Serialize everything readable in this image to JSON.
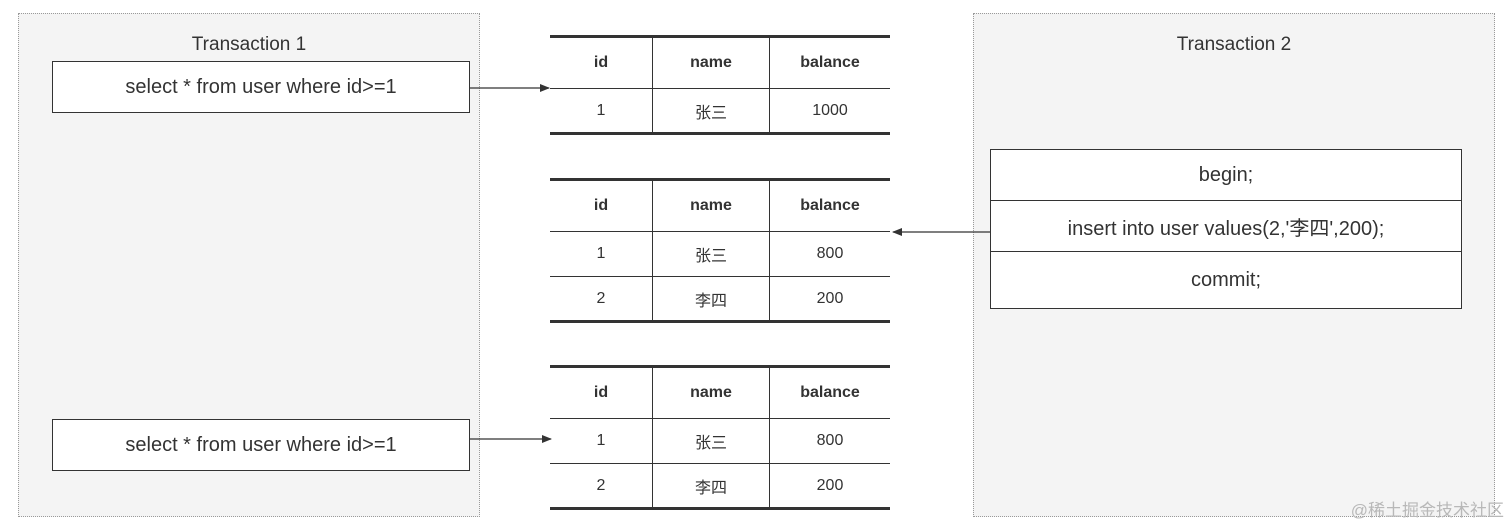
{
  "transaction1": {
    "title": "Transaction  1",
    "query_first": "select * from user where id>=1",
    "query_second": "select * from user where id>=1"
  },
  "transaction2": {
    "title": "Transaction  2",
    "steps": [
      "begin;",
      "insert into user values(2,'李四',200);",
      "commit;"
    ]
  },
  "tables": [
    {
      "headers": [
        "id",
        "name",
        "balance"
      ],
      "rows": [
        [
          "1",
          "张三",
          "1000"
        ]
      ]
    },
    {
      "headers": [
        "id",
        "name",
        "balance"
      ],
      "rows": [
        [
          "1",
          "张三",
          "800"
        ],
        [
          "2",
          "李四",
          "200"
        ]
      ]
    },
    {
      "headers": [
        "id",
        "name",
        "balance"
      ],
      "rows": [
        [
          "1",
          "张三",
          "800"
        ],
        [
          "2",
          "李四",
          "200"
        ]
      ]
    }
  ],
  "watermark": "@稀土掘金技术社区"
}
